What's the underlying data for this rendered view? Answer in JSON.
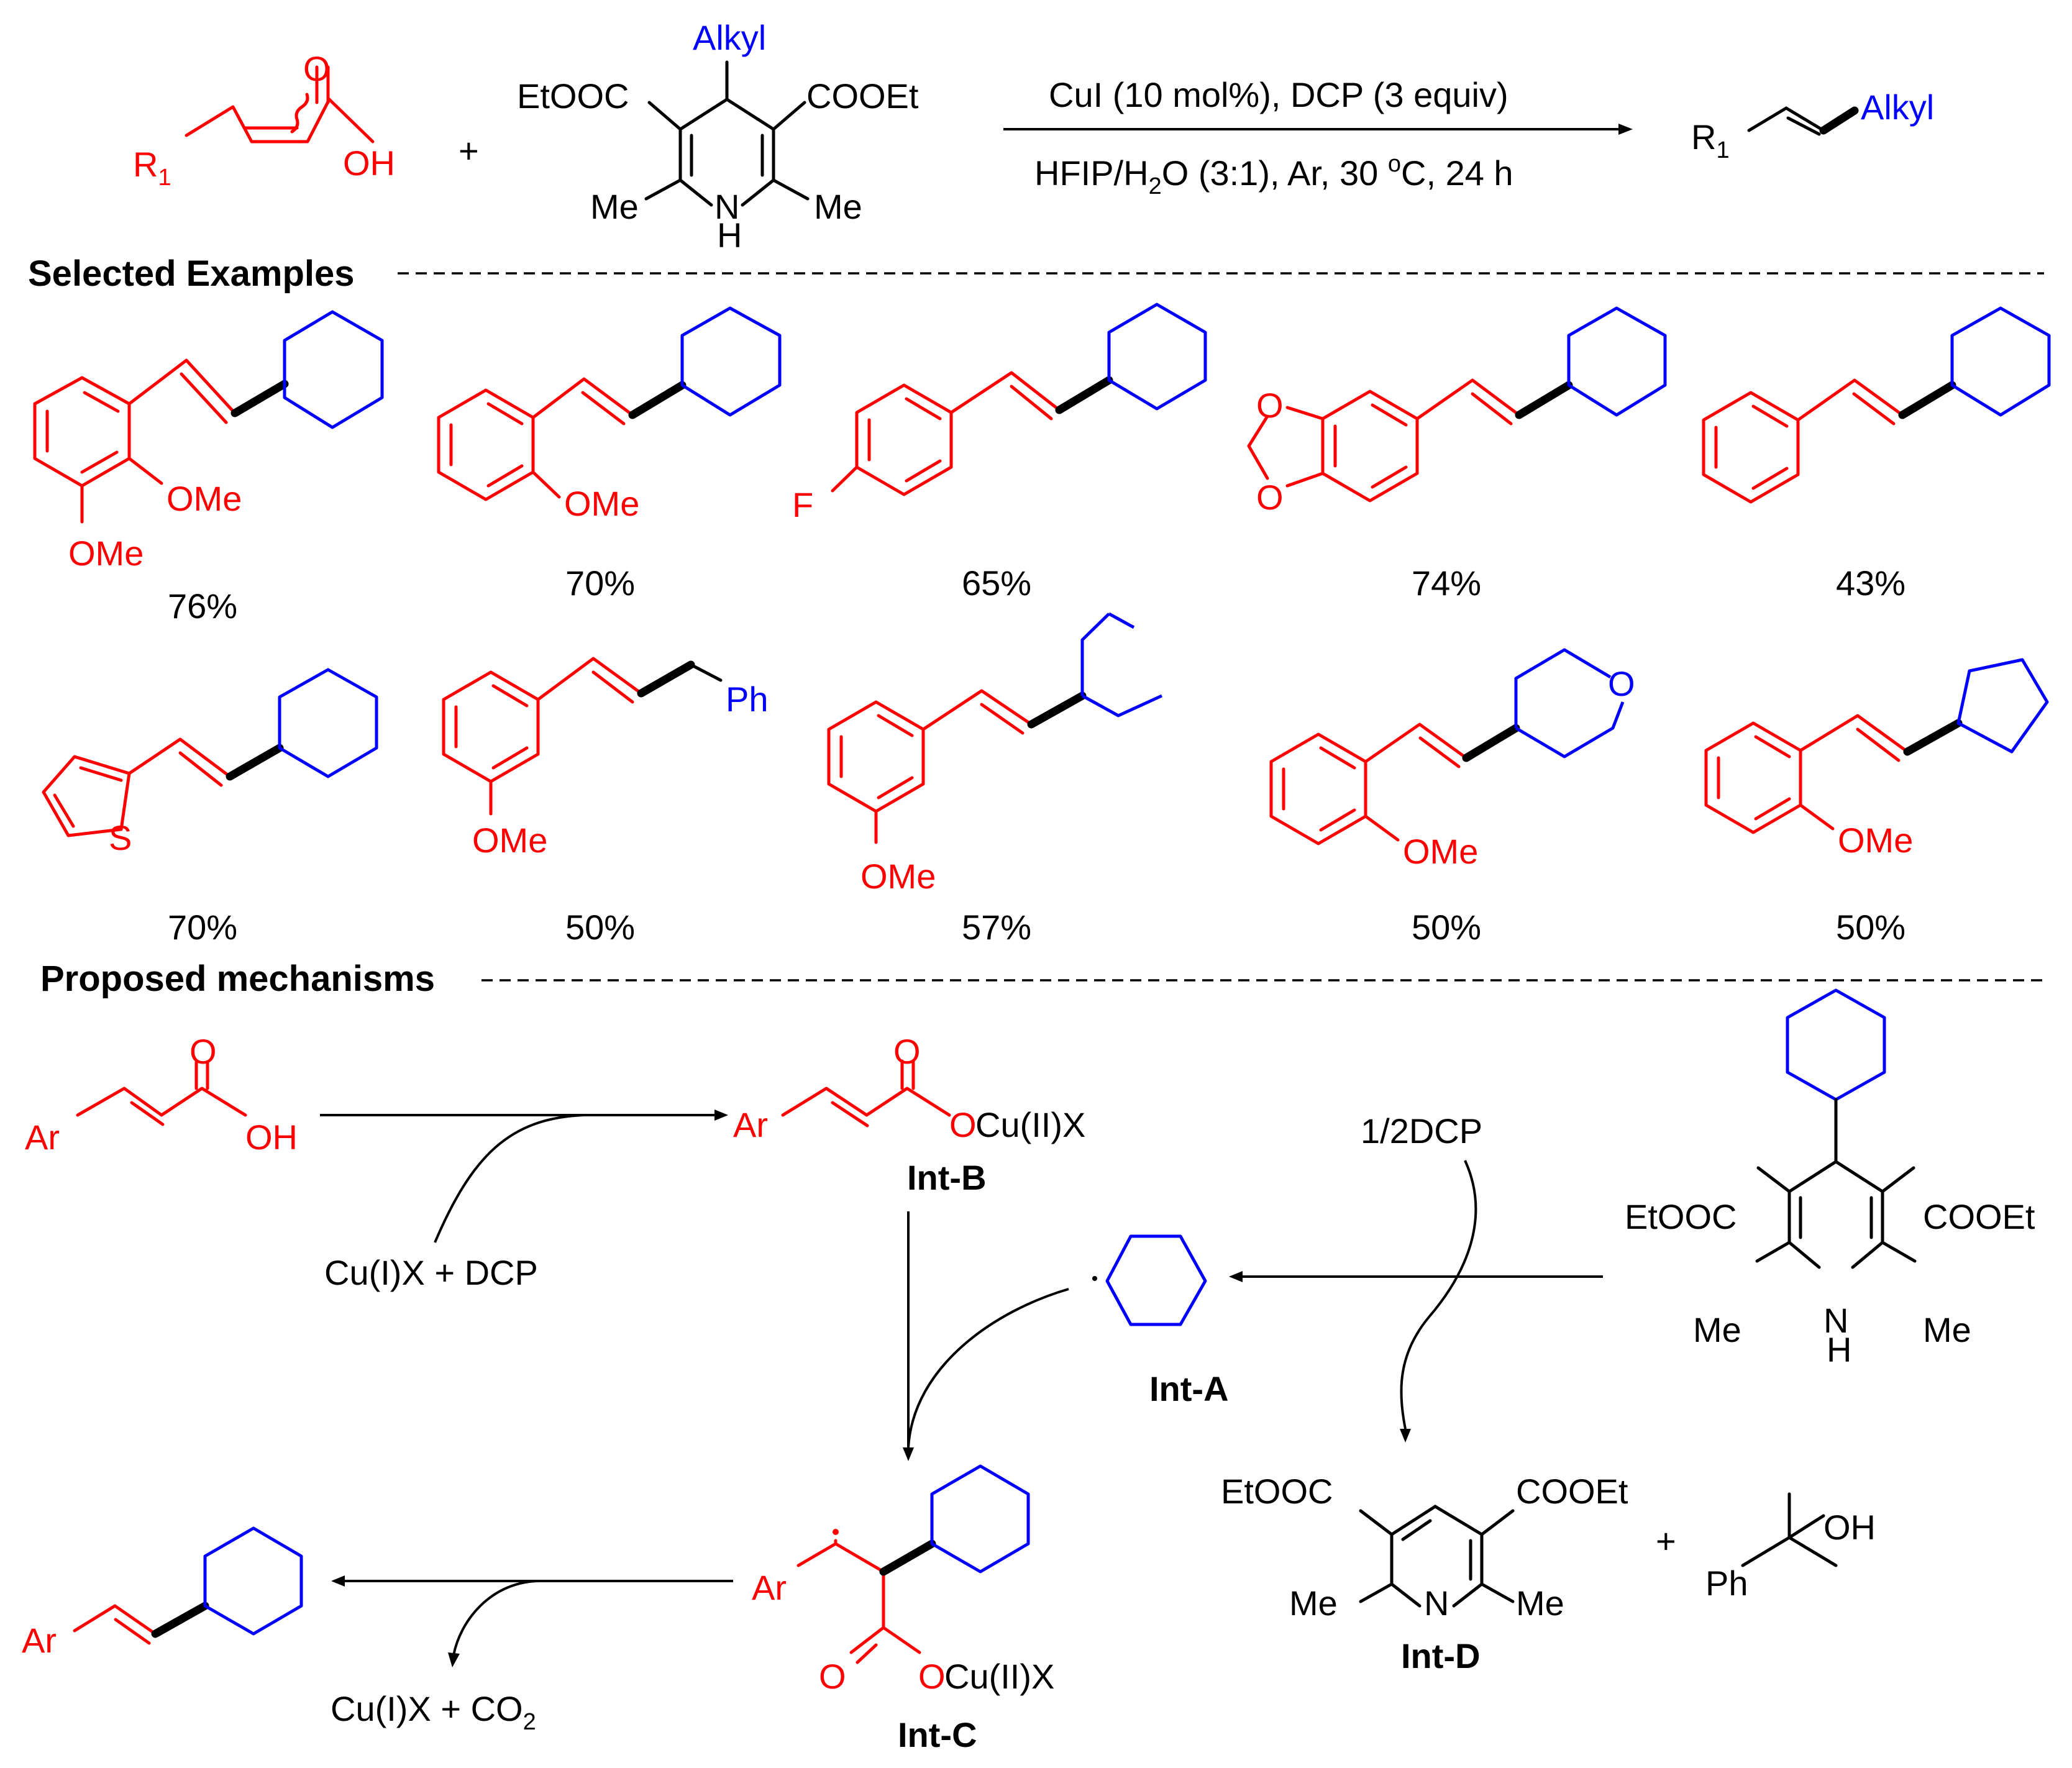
{
  "scheme": {
    "reaction": {
      "substrate_r1": "R",
      "substrate_r1_sub": "1",
      "substrate_oh": "OH",
      "substrate_o": "O",
      "plus": "+",
      "dhp_alkyl": "Alkyl",
      "dhp_left_ester": "EtOOC",
      "dhp_right_ester": "COOEt",
      "dhp_me_left": "Me",
      "dhp_me_right": "Me",
      "dhp_n": "N",
      "dhp_h": "H",
      "conditions_top": "CuI (10 mol%), DCP (3 equiv)",
      "conditions_bottom_a": "HFIP/H",
      "conditions_bottom_sub": "2",
      "conditions_bottom_b": "O (3:1), Ar, 30 ",
      "conditions_bottom_sup": "o",
      "conditions_bottom_c": "C, 24 h",
      "product_r1": "R",
      "product_r1_sub": "1",
      "product_alkyl": "Alkyl"
    },
    "section_examples": "Selected Examples",
    "section_mechanism": "Proposed mechanisms",
    "examples": [
      {
        "yield": "76%",
        "labels": [
          "OMe",
          "OMe"
        ]
      },
      {
        "yield": "70%",
        "labels": [
          "OMe"
        ]
      },
      {
        "yield": "65%",
        "labels": [
          "F"
        ]
      },
      {
        "yield": "74%",
        "labels": [
          "O",
          "O"
        ]
      },
      {
        "yield": "43%",
        "labels": []
      },
      {
        "yield": "70%",
        "labels": [
          "S"
        ]
      },
      {
        "yield": "50%",
        "labels": [
          "OMe",
          "Ph"
        ]
      },
      {
        "yield": "57%",
        "labels": [
          "OMe"
        ]
      },
      {
        "yield": "50%",
        "labels": [
          "OMe",
          "O"
        ]
      },
      {
        "yield": "50%",
        "labels": [
          "OMe"
        ]
      }
    ],
    "mechanism": {
      "ar": "Ar",
      "oh": "OH",
      "o": "O",
      "ocu": "OCu(II)X",
      "int_b": "Int-B",
      "int_a": "Int-A",
      "int_c": "Int-C",
      "int_d": "Int-D",
      "cu_dcp": "Cu(I)X + DCP",
      "half_dcp": "1/2DCP",
      "cu_co2_a": "Cu(I)X  + CO",
      "cu_co2_sub": "2",
      "ester_left": "EtOOC",
      "ester_right": "COOEt",
      "me": "Me",
      "n": "N",
      "h": "H",
      "plus": "+",
      "ph": "Ph",
      "oh2": "OH"
    },
    "colors": {
      "substrate": "#ff0000",
      "alkyl": "#0000ff",
      "bonds": "#000000"
    }
  }
}
